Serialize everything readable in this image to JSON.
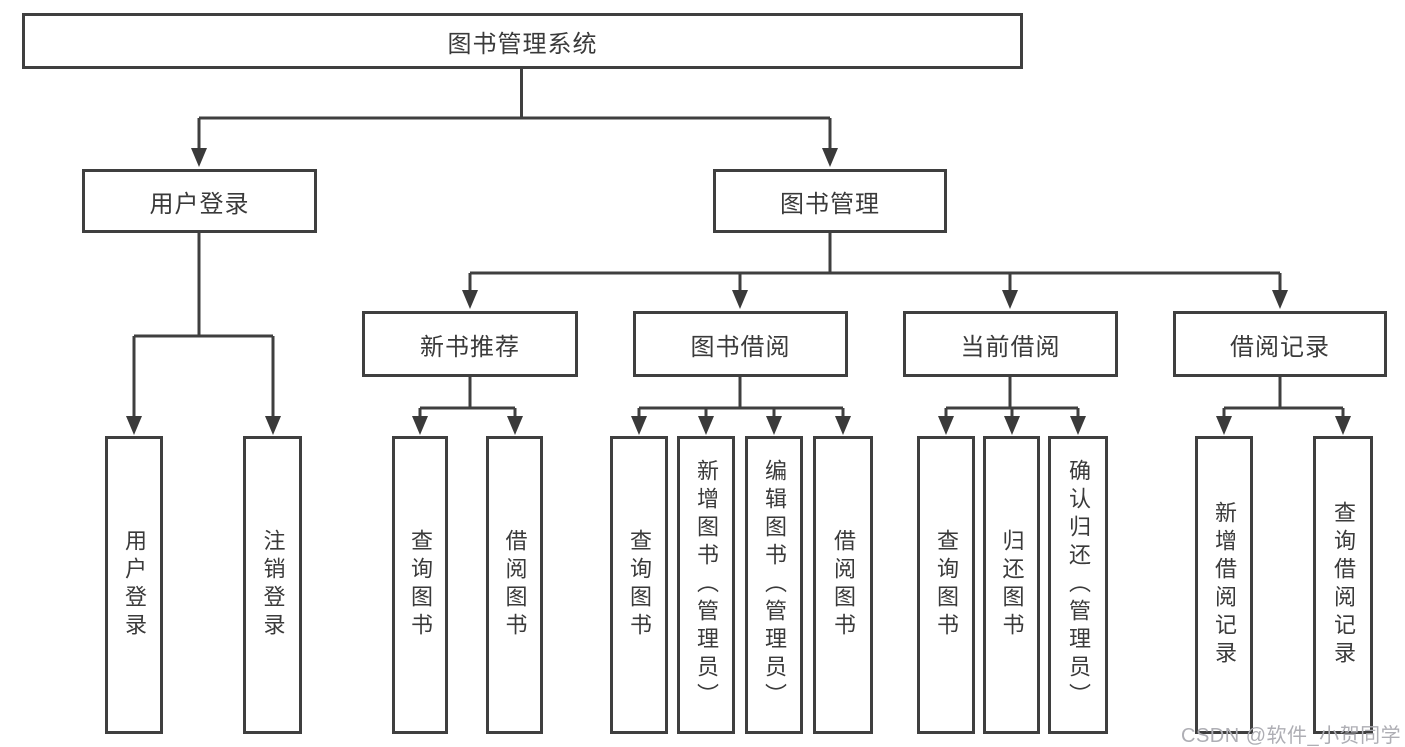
{
  "diagram": {
    "tree": {
      "label": "图书管理系统",
      "children": [
        {
          "label": "用户登录",
          "children": [
            {
              "label": "用户登录"
            },
            {
              "label": "注销登录"
            }
          ]
        },
        {
          "label": "图书管理",
          "children": [
            {
              "label": "新书推荐",
              "children": [
                {
                  "label": "查询图书"
                },
                {
                  "label": "借阅图书"
                }
              ]
            },
            {
              "label": "图书借阅",
              "children": [
                {
                  "label": "查询图书"
                },
                {
                  "label": "新增图书（管理员）"
                },
                {
                  "label": "编辑图书（管理员）"
                },
                {
                  "label": "借阅图书"
                }
              ]
            },
            {
              "label": "当前借阅",
              "children": [
                {
                  "label": "查询图书"
                },
                {
                  "label": "归还图书"
                },
                {
                  "label": "确认归还（管理员）"
                }
              ]
            },
            {
              "label": "借阅记录",
              "children": [
                {
                  "label": "新增借阅记录"
                },
                {
                  "label": "查询借阅记录"
                }
              ]
            }
          ]
        }
      ]
    },
    "watermark": "CSDN @软件_小贺同学",
    "colors": {
      "line": "#3f3f3f",
      "text": "#3a3a3a",
      "watermark": "#aeaeb4",
      "background": "#ffffff"
    }
  }
}
